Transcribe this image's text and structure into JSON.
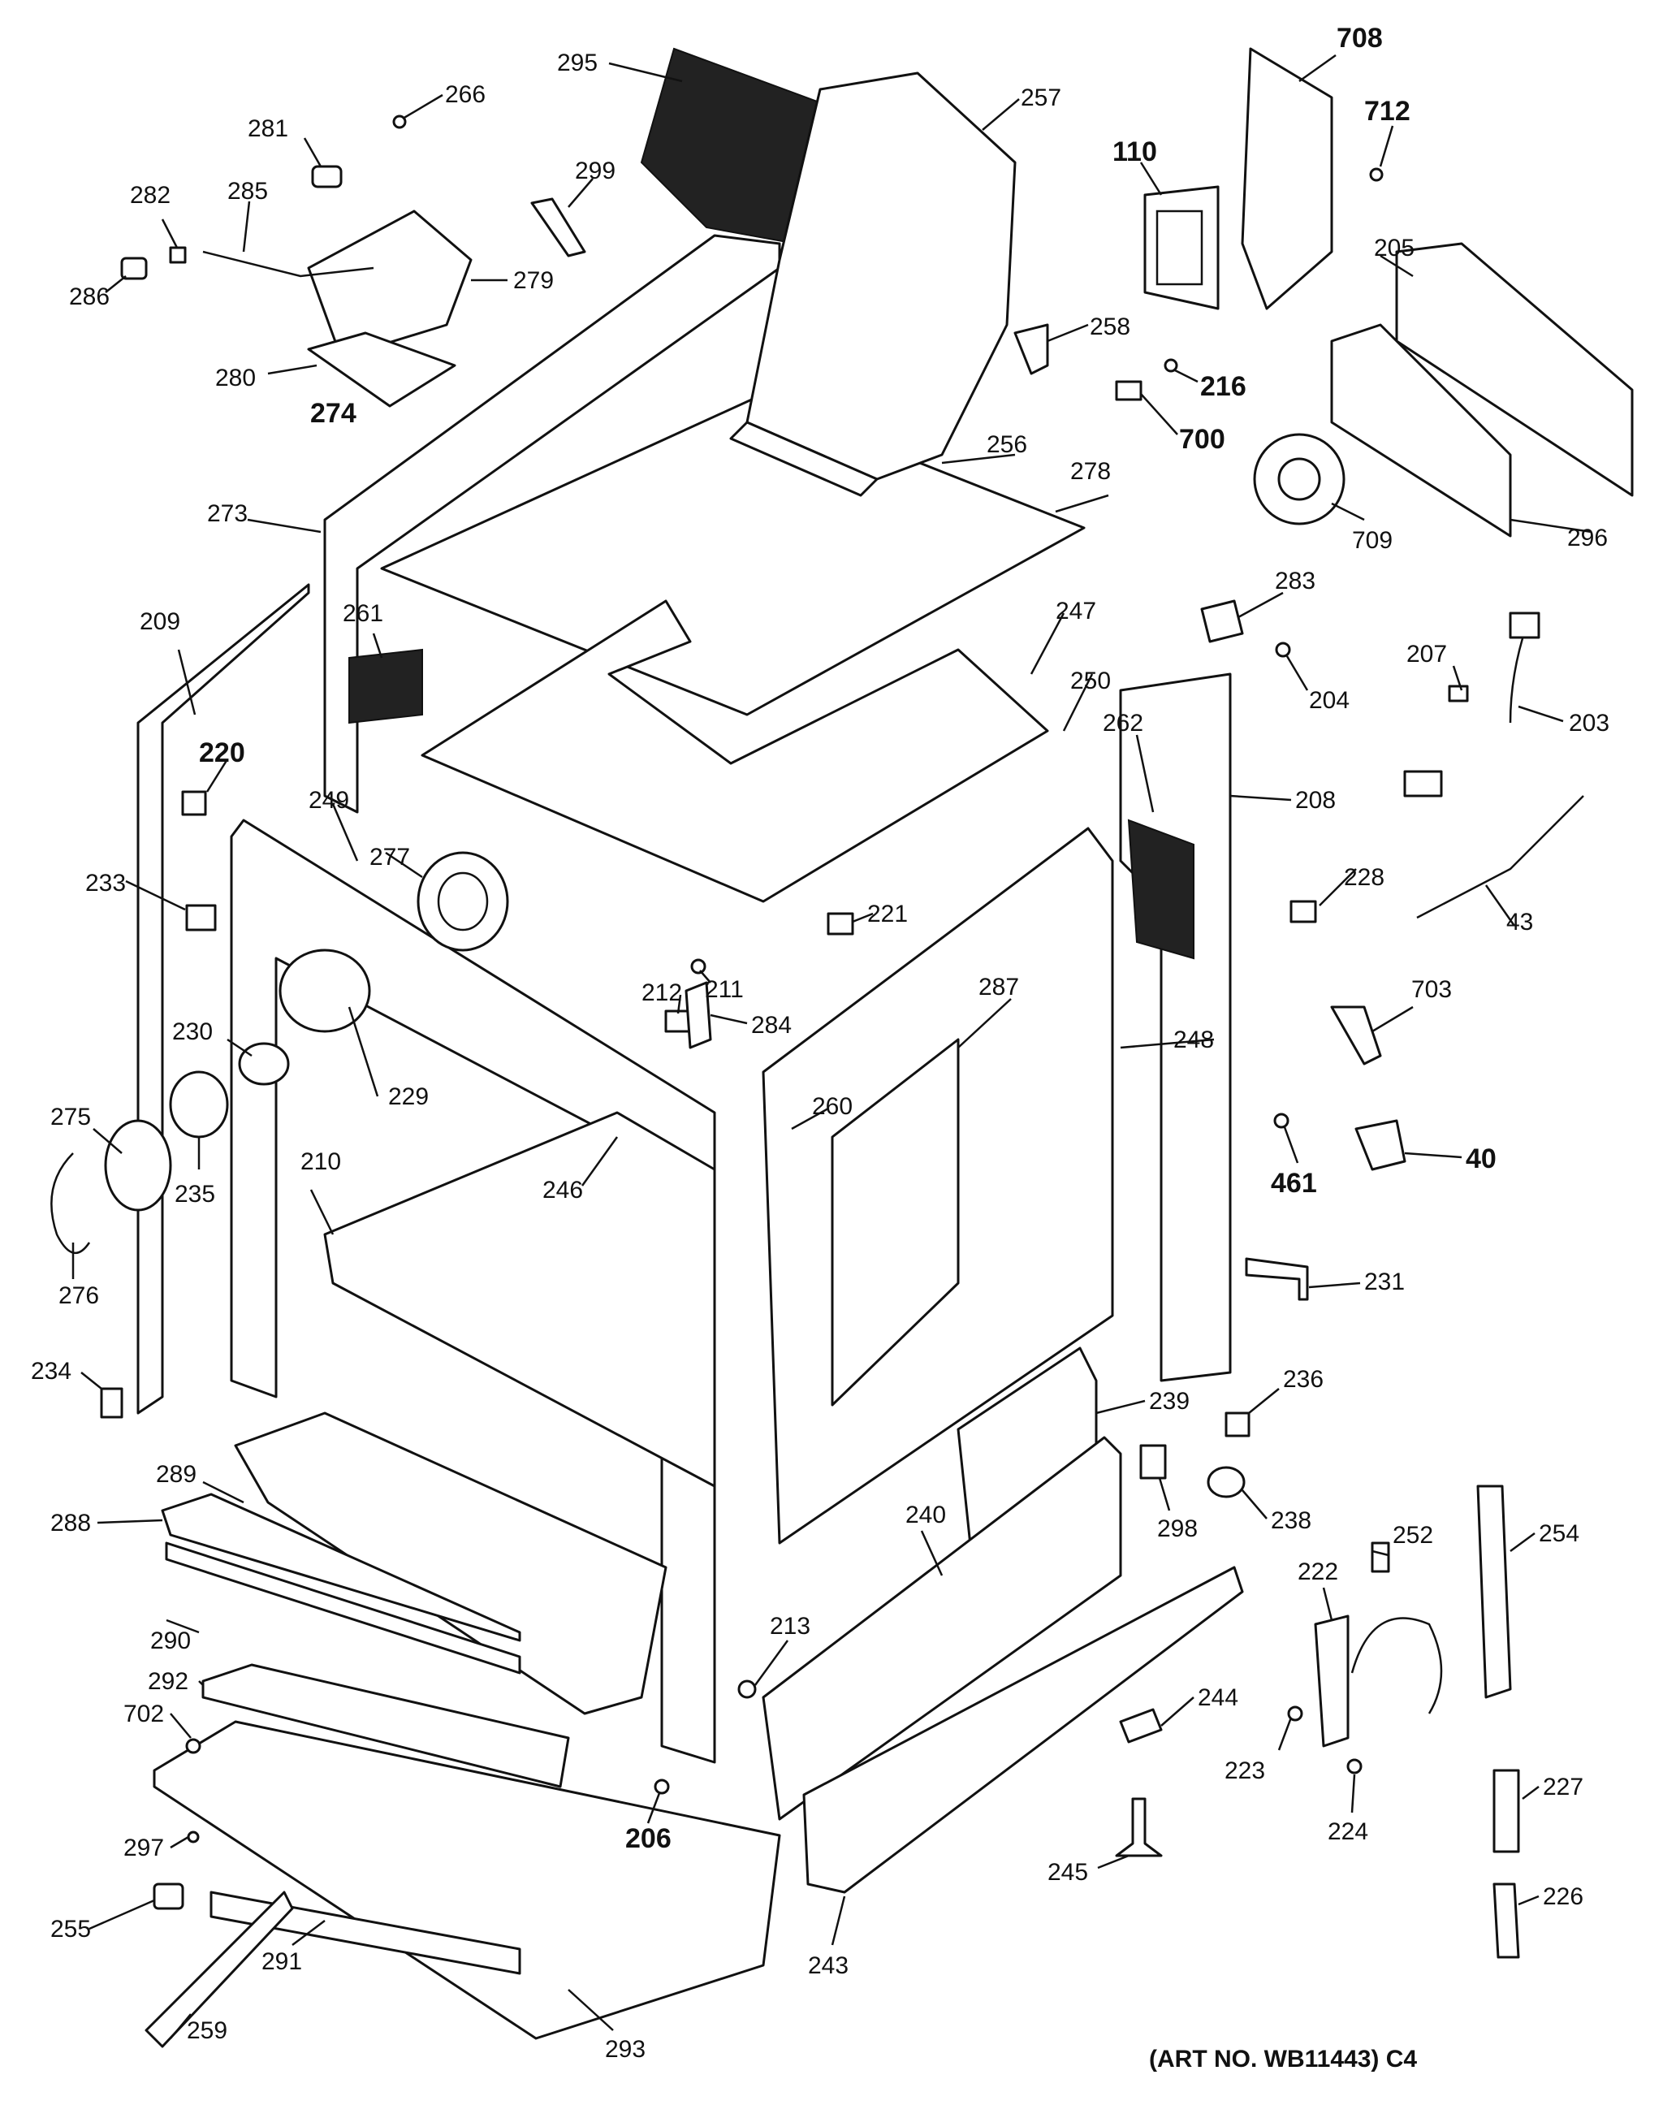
{
  "diagram": {
    "art_number": "(ART NO. WB11443) C4",
    "labels": {
      "l295": "295",
      "l266": "266",
      "l257": "257",
      "l708": "708",
      "l712": "712",
      "l281": "281",
      "l299": "299",
      "l110": "110",
      "l282": "282",
      "l285": "285",
      "l279": "279",
      "l205": "205",
      "l286": "286",
      "l258": "258",
      "l216": "216",
      "l280": "280",
      "l274": "274",
      "l700": "700",
      "l256": "256",
      "l278": "278",
      "l709": "709",
      "l296": "296",
      "l273": "273",
      "l283": "283",
      "l209": "209",
      "l261": "261",
      "l247": "247",
      "l207": "207",
      "l204": "204",
      "l203": "203",
      "l250": "250",
      "l220": "220",
      "l262": "262",
      "l208": "208",
      "l249": "249",
      "l277": "277",
      "l228": "228",
      "l233": "233",
      "l221": "221",
      "l43": "43",
      "l211": "211",
      "l703": "703",
      "l212": "212",
      "l284": "284",
      "l287": "287",
      "l230": "230",
      "l229": "229",
      "l248": "248",
      "l275": "275",
      "l260": "260",
      "l461": "461",
      "l40": "40",
      "l210": "210",
      "l246": "246",
      "l235": "235",
      "l231": "231",
      "l276": "276",
      "l234": "234",
      "l236": "236",
      "l239": "239",
      "l289": "289",
      "l298": "298",
      "l238": "238",
      "l288": "288",
      "l240": "240",
      "l252": "252",
      "l254": "254",
      "l222": "222",
      "l290": "290",
      "l213": "213",
      "l292": "292",
      "l244": "244",
      "l702": "702",
      "l223": "223",
      "l227": "227",
      "l206": "206",
      "l224": "224",
      "l297": "297",
      "l245": "245",
      "l255": "255",
      "l226": "226",
      "l291": "291",
      "l243": "243",
      "l259": "259",
      "l293": "293"
    }
  }
}
